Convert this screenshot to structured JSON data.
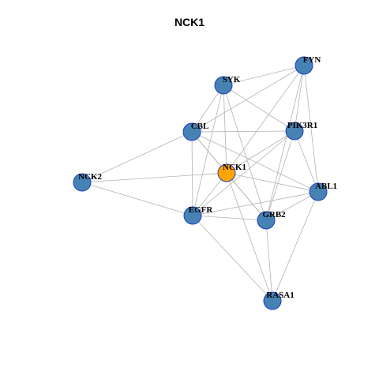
{
  "title": "NCK1",
  "colors": {
    "node": "#4682b4",
    "focus": "#ffa500",
    "edge": "#b3b3b3",
    "border": "#1f3fbf"
  },
  "nodes": [
    {
      "id": "NCK1",
      "label": "NCK1",
      "focus": true
    },
    {
      "id": "FYN",
      "label": "FYN"
    },
    {
      "id": "SYK",
      "label": "SYK"
    },
    {
      "id": "CBL",
      "label": "CBL"
    },
    {
      "id": "PIK3R1",
      "label": "PIK3R1"
    },
    {
      "id": "NCK2",
      "label": "NCK2"
    },
    {
      "id": "ABL1",
      "label": "ABL1"
    },
    {
      "id": "EGFR",
      "label": "EGFR"
    },
    {
      "id": "GRB2",
      "label": "GRB2"
    },
    {
      "id": "RASA1",
      "label": "RASA1"
    }
  ],
  "edges": [
    [
      "SYK",
      "FYN"
    ],
    [
      "SYK",
      "CBL"
    ],
    [
      "SYK",
      "PIK3R1"
    ],
    [
      "SYK",
      "NCK1"
    ],
    [
      "SYK",
      "EGFR"
    ],
    [
      "SYK",
      "GRB2"
    ],
    [
      "FYN",
      "CBL"
    ],
    [
      "FYN",
      "PIK3R1"
    ],
    [
      "FYN",
      "NCK1"
    ],
    [
      "FYN",
      "ABL1"
    ],
    [
      "FYN",
      "GRB2"
    ],
    [
      "CBL",
      "PIK3R1"
    ],
    [
      "CBL",
      "NCK2"
    ],
    [
      "CBL",
      "NCK1"
    ],
    [
      "CBL",
      "EGFR"
    ],
    [
      "CBL",
      "GRB2"
    ],
    [
      "CBL",
      "ABL1"
    ],
    [
      "PIK3R1",
      "NCK1"
    ],
    [
      "PIK3R1",
      "EGFR"
    ],
    [
      "PIK3R1",
      "GRB2"
    ],
    [
      "PIK3R1",
      "ABL1"
    ],
    [
      "NCK2",
      "NCK1"
    ],
    [
      "NCK2",
      "EGFR"
    ],
    [
      "NCK1",
      "EGFR"
    ],
    [
      "NCK1",
      "GRB2"
    ],
    [
      "NCK1",
      "ABL1"
    ],
    [
      "NCK1",
      "RASA1"
    ],
    [
      "EGFR",
      "GRB2"
    ],
    [
      "EGFR",
      "ABL1"
    ],
    [
      "EGFR",
      "RASA1"
    ],
    [
      "GRB2",
      "ABL1"
    ],
    [
      "GRB2",
      "RASA1"
    ],
    [
      "ABL1",
      "RASA1"
    ]
  ]
}
